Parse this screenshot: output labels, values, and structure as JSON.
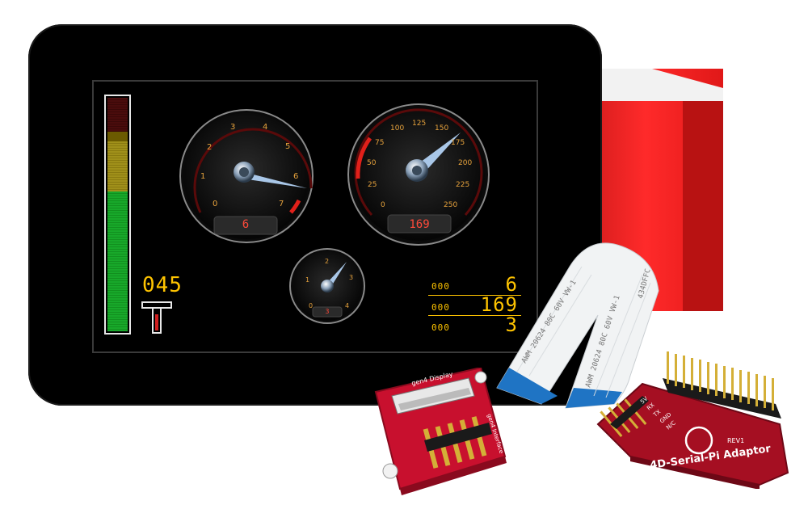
{
  "display": {
    "level_readout": "045",
    "gauge_left": {
      "ticks": [
        "0",
        "1",
        "2",
        "3",
        "4",
        "5",
        "6",
        "7"
      ],
      "readout": "6"
    },
    "gauge_right": {
      "ticks": [
        "0",
        "25",
        "50",
        "75",
        "100",
        "125",
        "150",
        "175",
        "200",
        "225",
        "250"
      ],
      "readout": "169"
    },
    "gauge_small": {
      "ticks": [
        "0",
        "1",
        "2",
        "3",
        "4"
      ],
      "readout": "3"
    },
    "rows": [
      {
        "label": "000",
        "value": "6"
      },
      {
        "label": "000",
        "value": "169"
      },
      {
        "label": "000",
        "value": "3"
      }
    ],
    "bar_level": 0.6
  },
  "board_left": {
    "text_top": "gen4 Display",
    "text_side": "gen4 Interface"
  },
  "board_right": {
    "label": "4D-Serial-Pi Adaptor",
    "rev": "REV1",
    "pins": [
      "5V",
      "RX",
      "TX",
      "GND",
      "N/C"
    ]
  },
  "ribbon": {
    "print_1": "AWM 20624 80C 60V VW-1",
    "print_2": "434DFFC"
  },
  "colors": {
    "accent_yellow": "#ffc400",
    "needle_blue": "#a9c7e8",
    "pcb_red": "#c8102e",
    "lcd_red": "#ff4a3a"
  }
}
